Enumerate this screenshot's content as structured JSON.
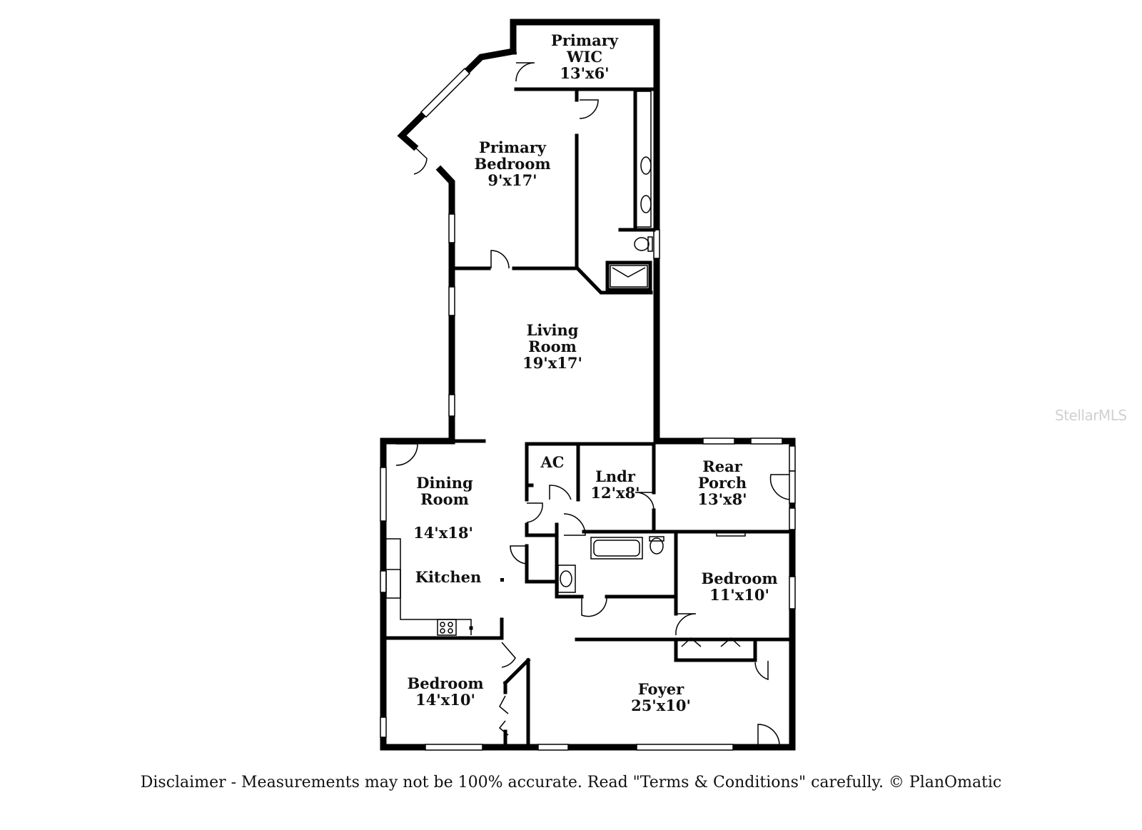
{
  "rooms": {
    "primary_wic": {
      "line1": "Primary",
      "line2": "WIC",
      "dims": "13'x6'"
    },
    "primary_bedroom": {
      "line1": "Primary",
      "line2": "Bedroom",
      "dims": "9'x17'"
    },
    "living_room": {
      "line1": "Living",
      "line2": "Room",
      "dims": "19'x17'"
    },
    "ac": {
      "label": "AC"
    },
    "laundry": {
      "line1": "Lndr",
      "dims": "12'x8'"
    },
    "rear_porch": {
      "line1": "Rear",
      "line2": "Porch",
      "dims": "13'x8'"
    },
    "dining_room": {
      "line1": "Dining",
      "line2": "Room",
      "dims": "14'x18'"
    },
    "kitchen": {
      "label": "Kitchen"
    },
    "bedroom_east": {
      "line1": "Bedroom",
      "dims": "11'x10'"
    },
    "bedroom_west": {
      "line1": "Bedroom",
      "dims": "14'x10'"
    },
    "foyer": {
      "line1": "Foyer",
      "dims": "25'x10'"
    }
  },
  "disclaimer": "Disclaimer - Measurements may not be 100% accurate. Read \"Terms & Conditions\" carefully. © PlanOmatic",
  "watermark": "StellarMLS",
  "colors": {
    "wall": "#000000",
    "window": "#ffffff",
    "background": "#ffffff",
    "text": "#111111"
  }
}
